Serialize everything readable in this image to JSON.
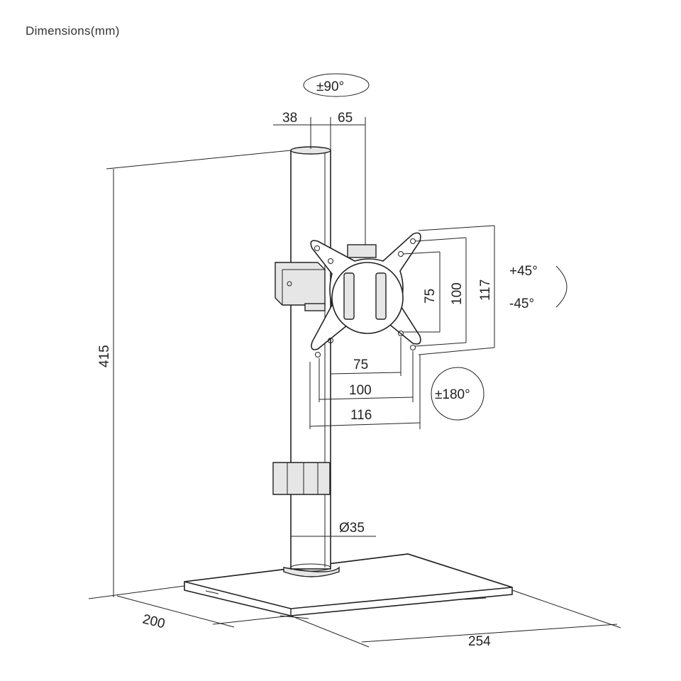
{
  "title": "Dimensions(mm)",
  "labels": {
    "rotation_swivel": "±90°",
    "offset_pole": "38",
    "offset_arm": "65",
    "height": "415",
    "vesa_v_75": "75",
    "vesa_v_100": "100",
    "vesa_v_117": "117",
    "tilt_up": "+45°",
    "tilt_down": "-45°",
    "vesa_h_75": "75",
    "vesa_h_100": "100",
    "vesa_h_116": "116",
    "rotation_portrait": "±180°",
    "pole_diameter": "Ø35",
    "base_depth": "200",
    "base_width": "254"
  }
}
